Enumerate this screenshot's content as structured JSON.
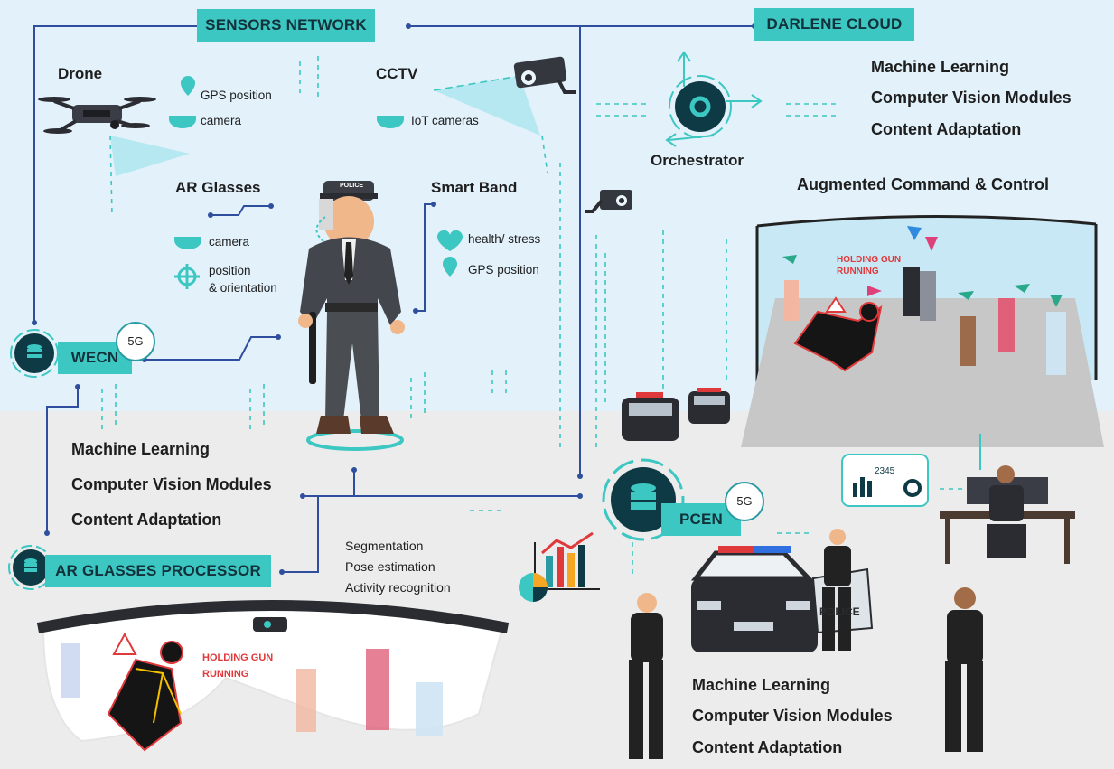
{
  "sensors_network": "SENSORS NETWORK",
  "darlene_cloud": "DARLENE CLOUD",
  "drone": {
    "title": "Drone",
    "gps": "GPS position",
    "camera": "camera"
  },
  "cctv": {
    "title": "CCTV",
    "iot": "IoT cameras"
  },
  "ar_glasses": {
    "title": "AR Glasses",
    "camera": "camera",
    "position_line1": "position",
    "position_line2": "& orientation"
  },
  "smart_band": {
    "title": "Smart Band",
    "health": "health/ stress",
    "gps": "GPS position"
  },
  "cloud": {
    "items": [
      "Machine Learning",
      "Computer Vision Modules",
      "Content Adaptation"
    ],
    "orchestrator": "Orchestrator",
    "acc": "Augmented Command & Control"
  },
  "wecn": {
    "label": "WECN",
    "badge": "5G",
    "items": [
      "Machine Learning",
      "Computer Vision Modules",
      "Content Adaptation"
    ]
  },
  "ar_processor": {
    "label": "AR GLASSES PROCESSOR",
    "items": [
      "Segmentation",
      "Pose estimation",
      "Activity recognition"
    ]
  },
  "pcen": {
    "label": "PCEN",
    "badge": "5G",
    "items": [
      "Machine Learning",
      "Computer Vision Modules",
      "Content Adaptation"
    ]
  },
  "scene": {
    "alert_line1": "HOLDING GUN",
    "alert_line2": "RUNNING"
  },
  "glasses_view": {
    "alert_line1": "HOLDING GUN",
    "alert_line2": "RUNNING"
  },
  "police_cap": "POLICE",
  "car_text": "POLICE",
  "monitor_number": "2345",
  "colors": {
    "teal": "#3cc7c2",
    "dark_teal": "#0d3a44",
    "line_blue": "#2f4f9e",
    "alert_red": "#e0393b"
  }
}
